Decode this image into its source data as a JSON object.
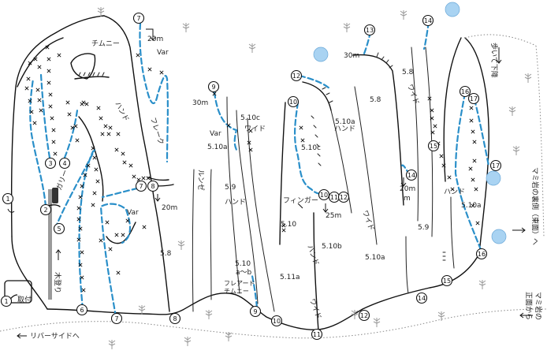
{
  "route_numbers": [
    "1",
    "2",
    "3",
    "4",
    "5",
    "6",
    "7",
    "8",
    "9",
    "10",
    "11",
    "12",
    "13",
    "14",
    "15",
    "16",
    "17"
  ],
  "grades": {
    "g_5_10c_wide": "5.10c",
    "g_5_10a_top": "5.10a",
    "g_5_10a_mid": "5.10a",
    "g_5_10c_finger": "5.10c",
    "g_5_9_hand": "5.9",
    "g_5_8_mid": "5.8",
    "g_5_8_right": "5.8",
    "g_5_8_top": "5.8",
    "g_5_10ab": "5.10",
    "g_5_10ab_sub": "a～b",
    "g_5_10": "5.10",
    "g_5_10b": "5.10b",
    "g_5_11a": "5.11a",
    "g_5_10a_r": "5.10a",
    "g_5_9_r": "5.9",
    "g_5_10a_rr": "5.10a"
  },
  "labels": {
    "chimney": "チムニー",
    "hand_left": "ハンド",
    "flake": "フレーク",
    "var_top": "Var",
    "var_mid": "Var",
    "var_left": "Var",
    "wide_mid": "ワイド",
    "hand_mid": "ハンド",
    "runze": "ルンゼ",
    "flared_chimney": "フレアードチムニー",
    "flared_1": "フレアード",
    "flared_2": "チムニー",
    "finger": "フィンガー",
    "hand_center": "ハンド",
    "hand_5_10a": "ハンド",
    "wide_center": "ワイド",
    "wide_low": "ワイド",
    "wide_right": "ワイド",
    "hand_right": "ハンド",
    "gully": "ガリー",
    "tree_climb": "木登り",
    "tori_tsuki": "取付",
    "riverside": "リバーサイドへ",
    "walk_down": "歩いて下降",
    "mamiya_back": "マミ岩の裏側（東面）へ",
    "mamiya_front_1": "マミ岩の",
    "mamiya_front_2": "正面から"
  },
  "rappels": {
    "r7": "20m",
    "r8": "20m",
    "r9": "30m",
    "r11": "25m",
    "r13": "30m",
    "r14": "20m",
    "r14_unit": "m"
  },
  "colors": {
    "route": "#2a8fc9",
    "rock": "#111111",
    "bush": "#a9d3f2"
  }
}
